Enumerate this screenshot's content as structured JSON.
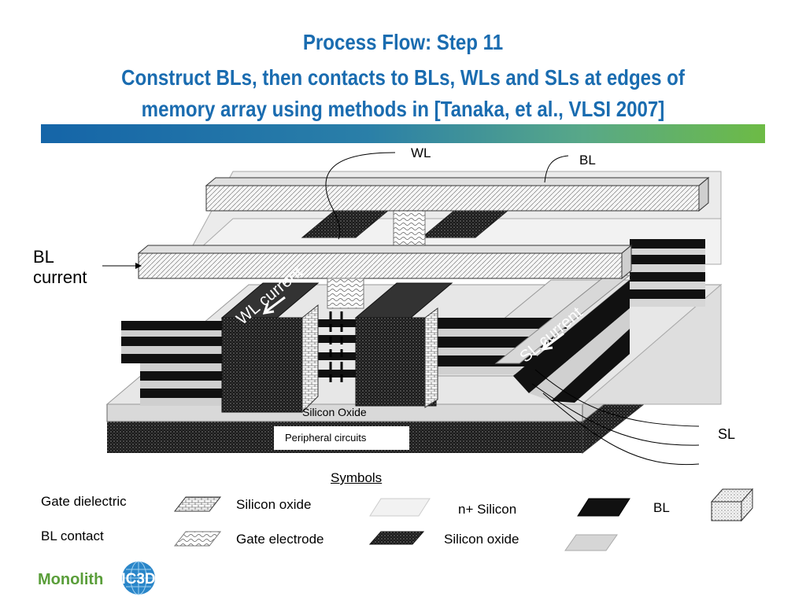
{
  "slide": {
    "title_line1": "Process Flow: Step 11",
    "title_line2": "Construct BLs, then contacts to BLs, WLs and SLs at edges of",
    "title_line3": "memory array using methods in [Tanaka, et al., VLSI 2007]",
    "title_color": "#1a6cb0"
  },
  "diagram": {
    "labels": {
      "wl": "WL",
      "bl": "BL",
      "bl_current": "BL\ncurrent",
      "wl_current": "WL current",
      "sl_current": "SL current",
      "silicon_oxide": "Silicon Oxide",
      "peripheral": "Peripheral circuits",
      "sl": "SL"
    }
  },
  "legend": {
    "title": "Symbols",
    "items": [
      {
        "label": "Gate dielectric",
        "icon": "gate-dielectric-swatch"
      },
      {
        "label": "BL contact",
        "icon": "bl-contact-swatch"
      },
      {
        "label": "Silicon oxide",
        "icon": "brick-swatch"
      },
      {
        "label": "Gate electrode",
        "icon": "wavy-swatch"
      },
      {
        "label": "n+ Silicon",
        "icon": "light-gray-swatch"
      },
      {
        "label": "Silicon oxide",
        "icon": "dark-dotted-swatch"
      },
      {
        "label": "BL",
        "icon": "black-swatch"
      },
      {
        "label": "",
        "icon": "mid-gray-swatch"
      },
      {
        "label": "",
        "icon": "dotted-box-swatch"
      }
    ]
  },
  "logo": {
    "text_part1": "Monolith",
    "text_part2": "IC3D",
    "color_primary": "#5a9e3a",
    "color_secondary": "#1a6cb0"
  }
}
